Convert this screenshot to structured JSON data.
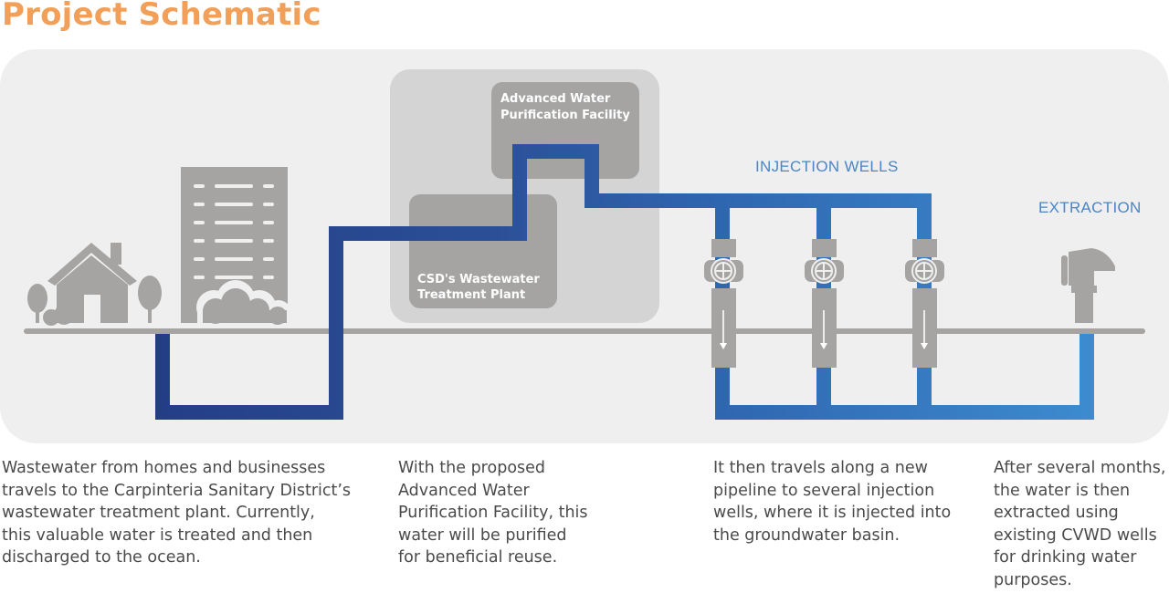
{
  "title": "Project Schematic",
  "facilities": {
    "awpf_line1": "Advanced Water",
    "awpf_line2": "Purification Facility",
    "csd_line1": "CSD's Wastewater",
    "csd_line2": "Treatment Plant"
  },
  "labels": {
    "injection_wells": "INJECTION WELLS",
    "extraction": "EXTRACTION"
  },
  "captions": [
    "Wastewater from homes and businesses\ntravels to the Carpinteria Sanitary District’s\nwastewater treatment plant. Currently,\nthis valuable water is treated and then\ndischarged to the ocean.",
    "With the proposed\nAdvanced Water\nPurification Facility, this\nwater will be purified\nfor beneficial reuse.",
    "It then travels along a new\npipeline to several injection\nwells, where it is injected into\nthe groundwater basin.",
    "After several months,\nthe water is then\nextracted using\nexisting CVWD wells\nfor drinking water\npurposes."
  ],
  "colors": {
    "title": "#f2a059",
    "pipe_dark": "#243e86",
    "pipe_light": "#3d8bd0",
    "label_blue": "#4a86c5",
    "structure_gray": "#a5a4a3",
    "panel_gray": "#efefef"
  },
  "icons": [
    "house-icon",
    "tree-icon",
    "office-building-icon",
    "valve-icon",
    "down-arrow-icon",
    "water-pump-icon"
  ]
}
